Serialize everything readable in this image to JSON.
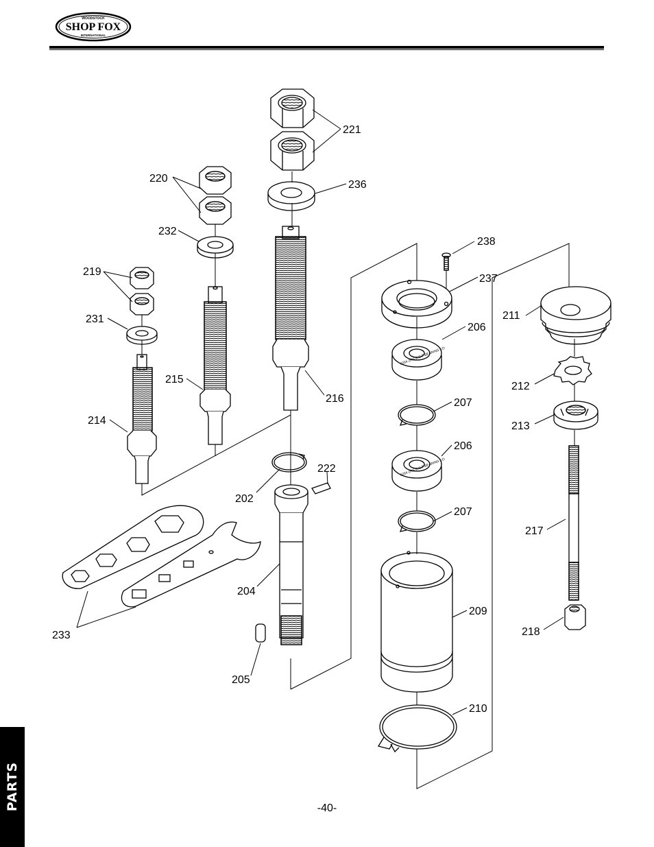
{
  "header": {
    "brand": "SHOP FOX",
    "brand_top_text": "WOODSTOCK",
    "brand_bottom_text": "INTERNATIONAL"
  },
  "side_tab": {
    "label": "PARTS"
  },
  "footer": {
    "page_number": "-40-"
  },
  "callouts": {
    "c221": "221",
    "c236": "236",
    "c220": "220",
    "c232": "232",
    "c219": "219",
    "c231": "231",
    "c215": "215",
    "c214": "214",
    "c216": "216",
    "c202": "202",
    "c222": "222",
    "c204": "204",
    "c205": "205",
    "c233": "233",
    "c238": "238",
    "c237": "237",
    "c206a": "206",
    "c207a": "207",
    "c206b": "206",
    "c207b": "207",
    "c209": "209",
    "c210": "210",
    "c211": "211",
    "c212": "212",
    "c213": "213",
    "c217": "217",
    "c218": "218"
  },
  "bearing_print": "6204 2RS B.S.T BEARING CO",
  "colors": {
    "ink": "#000000",
    "paper": "#ffffff",
    "shade": "#e9e9e9"
  }
}
